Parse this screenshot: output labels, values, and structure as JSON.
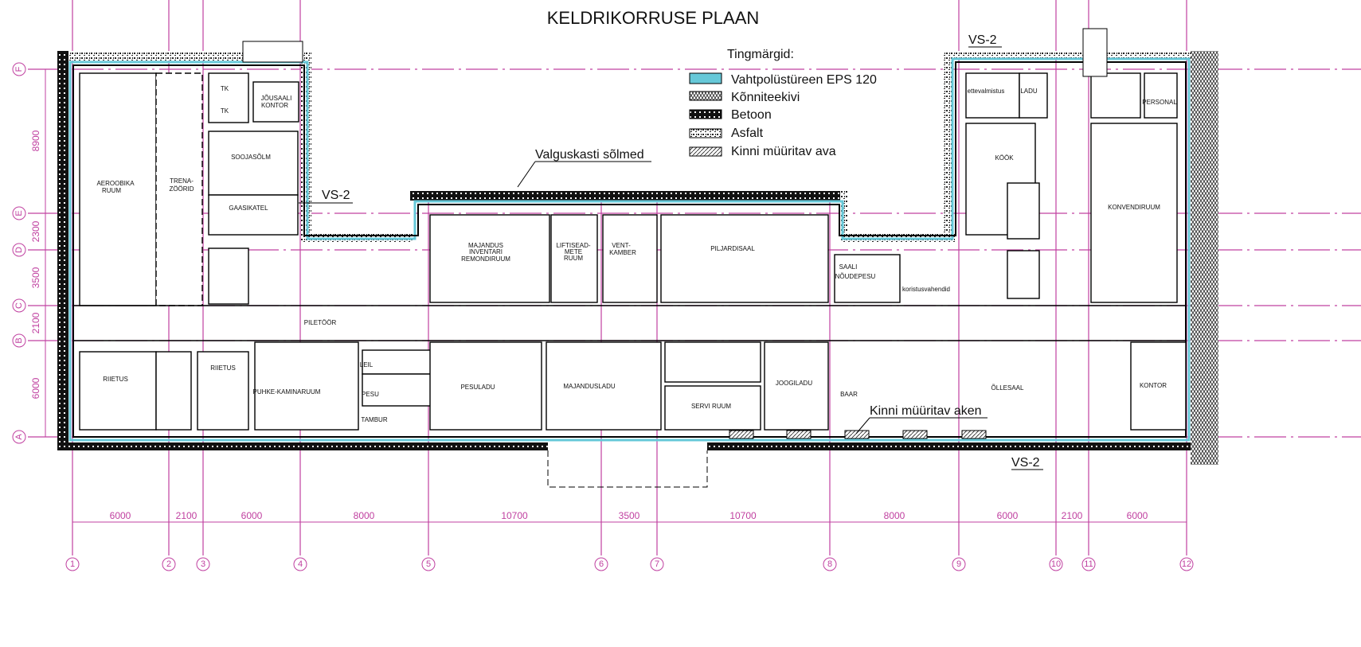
{
  "title": "KELDRIKORRUSE PLAAN",
  "legend": {
    "heading": "Tingmärgid:",
    "items": [
      {
        "label": "Vahtpolüstüreen EPS 120",
        "color": "#66c8d8"
      },
      {
        "label": "Kõnniteekivi"
      },
      {
        "label": "Betoon"
      },
      {
        "label": "Asfalt"
      },
      {
        "label": "Kinni müüritav ava"
      }
    ]
  },
  "annotations": {
    "light_well": "Valguskasti sõlmed",
    "vs2_a": "VS-2",
    "vs2_b": "VS-2",
    "vs2_c": "VS-2",
    "window": "Kinni müüritav aken"
  },
  "rooms": {
    "aeroobika1": "AEROOBIKA",
    "aeroobika2": "RUUM",
    "trena1": "TRENA-",
    "trena2": "ZÖÖRID",
    "tk1": "TK",
    "tk2": "TK",
    "jous1": "JÕUSAALI",
    "jous2": "KONTOR",
    "soojasolm": "SOOJASÕLM",
    "gaasikatel": "GAASIKATEL",
    "piletoor": "PILETÖÖR",
    "riietus1": "RIIETUS",
    "riietus2": "RIIETUS",
    "puhke": "PUHKE-KAMINARUUM",
    "leil": "LEIL",
    "pesu": "PESU",
    "tambur": "TAMBUR",
    "pesuladu": "PESULADU",
    "majandusladu": "MAJANDUSLADU",
    "serviruum": "SERVI RUUM",
    "joogiladu": "JOOGILADU",
    "baar": "BAAR",
    "ollesaal": "ÕLLESAAL",
    "kontor": "KONTOR",
    "maj1": "MAJANDUS",
    "maj2": "INVENTARI",
    "maj3": "REMONDIRUUM",
    "lift1": "LIFTISEAD-",
    "lift2": "METE",
    "lift3": "RUUM",
    "vent1": "VENT-",
    "vent2": "KAMBER",
    "piljardisaal": "PILJARDISAAL",
    "saali1": "SAALI",
    "saali2": "NÕUDEPESU",
    "koristus": "koristusvahendid",
    "ettevalmistus": "ettevalmistus",
    "ladu": "LADU",
    "kook": "KÖÖK",
    "personal": "PERSONAL",
    "konvendiruum": "KONVENDIRUUM"
  },
  "axes_columns": [
    "1",
    "2",
    "3",
    "4",
    "5",
    "6",
    "7",
    "8",
    "9",
    "10",
    "11",
    "12"
  ],
  "axes_rows": [
    "F",
    "E",
    "D",
    "C",
    "B",
    "A"
  ],
  "dims_horizontal": [
    "6000",
    "2100",
    "6000",
    "8000",
    "10700",
    "3500",
    "10700",
    "8000",
    "6000",
    "2100",
    "6000"
  ],
  "dims_vertical": [
    "8900",
    "2300",
    "3500",
    "2100",
    "6000"
  ]
}
